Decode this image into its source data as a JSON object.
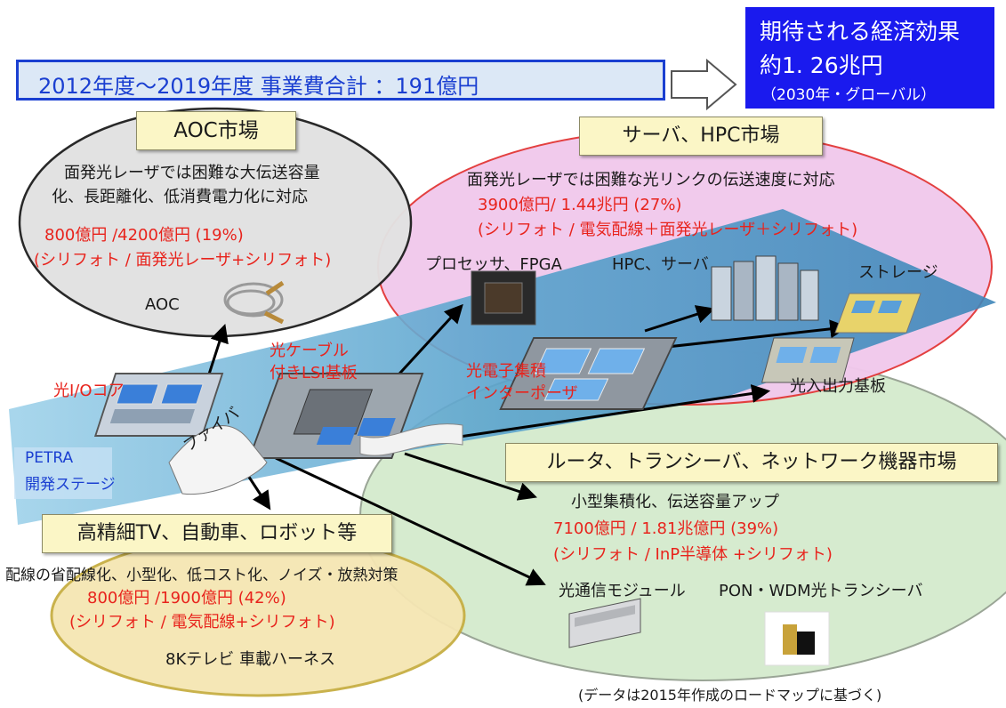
{
  "header": {
    "budget": "2012年度～2019年度 事業費合計 ：191億円",
    "effect_title": "期待される経済効果",
    "effect_value": "約1. 26兆円",
    "effect_note": "（2030年・グローバル）"
  },
  "aoc": {
    "title": "AOC市場",
    "desc1": "面発光レーザでは困難な大伝送容量",
    "desc2": "化、長距離化、低消費電力化に対応",
    "value": "800億円 /4200億円 (19%)",
    "tech": "(シリフォト / 面発光レーザ+シリフォト)",
    "product": "AOC"
  },
  "server": {
    "title": "サーバ、HPC市場",
    "desc": "面発光レーザでは困難な光リンクの伝送速度に対応",
    "value": "3900億円/ 1.44兆円 (27%)",
    "tech": "(シリフォト / 電気配線＋面発光レーザ＋シリフォト)",
    "products": [
      "プロセッサ、FPGA",
      "HPC、サーバ",
      "ストレージ"
    ]
  },
  "center": {
    "io_core": "光I/Oコア",
    "cable_lsi_1": "光ケーブル",
    "cable_lsi_2": "付きLSI基板",
    "interposer_1": "光電子集積",
    "interposer_2": "インターポーザ",
    "fiber": "ファイバ",
    "optical_io_board": "光入出力基板",
    "petra_1": "PETRA",
    "petra_2": "開発ステージ"
  },
  "router": {
    "title": "ルータ、トランシーバ、ネットワーク機器市場",
    "desc": "小型集積化、伝送容量アップ",
    "value": "7100億円 / 1.81兆億円 (39%)",
    "tech": "(シリフォト / InP半導体 +シリフォト)",
    "products": [
      "光通信モジュール",
      "PON・WDM光トランシーバ"
    ]
  },
  "tv": {
    "title": "高精細TV、自動車、ロボット等",
    "desc": "配線の省配線化、小型化、低コスト化、ノイズ・放熱対策",
    "value": "800億円 /1900億円 (42%)",
    "tech": "(シリフォト / 電気配線+シリフォト)",
    "products": "8Kテレビ 車載ハーネス"
  },
  "footnote": "(データは2015年作成のロードマップに基づく)",
  "colors": {
    "aoc_fill": "#e2e2e2",
    "server_fill": "#f1c9ec",
    "router_fill": "#d6ebcf",
    "tv_fill": "#f5e6b3",
    "arrow_fill": "#5aa3cd",
    "effect_box": "#1a1aee",
    "budget_border": "#1a3fd1",
    "accent_red": "#e8231c"
  }
}
